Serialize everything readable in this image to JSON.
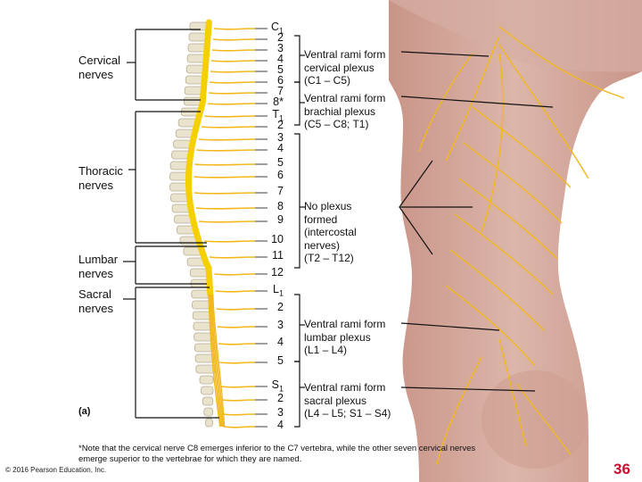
{
  "nerve_groups": {
    "cervical": [
      "Cervical",
      "nerves"
    ],
    "thoracic": [
      "Thoracic",
      "nerves"
    ],
    "lumbar": [
      "Lumbar",
      "nerves"
    ],
    "sacral": [
      "Sacral",
      "nerves"
    ]
  },
  "segments": [
    {
      "main": "C",
      "sub": "1"
    },
    {
      "main": "2",
      "sub": ""
    },
    {
      "main": "3",
      "sub": ""
    },
    {
      "main": "4",
      "sub": ""
    },
    {
      "main": "5",
      "sub": ""
    },
    {
      "main": "6",
      "sub": ""
    },
    {
      "main": "7",
      "sub": ""
    },
    {
      "main": "8*",
      "sub": ""
    },
    {
      "main": "T",
      "sub": "1"
    },
    {
      "main": "2",
      "sub": ""
    },
    {
      "main": "3",
      "sub": ""
    },
    {
      "main": "4",
      "sub": ""
    },
    {
      "main": "5",
      "sub": ""
    },
    {
      "main": "6",
      "sub": ""
    },
    {
      "main": "7",
      "sub": ""
    },
    {
      "main": "8",
      "sub": ""
    },
    {
      "main": "9",
      "sub": ""
    },
    {
      "main": "10",
      "sub": ""
    },
    {
      "main": "11",
      "sub": ""
    },
    {
      "main": "12",
      "sub": ""
    },
    {
      "main": "L",
      "sub": "1"
    },
    {
      "main": "2",
      "sub": ""
    },
    {
      "main": "3",
      "sub": ""
    },
    {
      "main": "4",
      "sub": ""
    },
    {
      "main": "5",
      "sub": ""
    },
    {
      "main": "S",
      "sub": "1"
    },
    {
      "main": "2",
      "sub": ""
    },
    {
      "main": "3",
      "sub": ""
    },
    {
      "main": "4",
      "sub": ""
    }
  ],
  "plexus_labels": {
    "cervical": [
      "Ventral rami form",
      "cervical plexus",
      "(C1 – C5)"
    ],
    "brachial": [
      "Ventral rami form",
      "brachial plexus",
      "(C5 – C8; T1)"
    ],
    "none": [
      "No plexus",
      "formed",
      "(intercostal",
      "nerves)",
      "(T2 – T12)"
    ],
    "lumbar": [
      "Ventral rami form",
      "lumbar plexus",
      "(L1 – L4)"
    ],
    "sacral": [
      "Ventral rami form",
      "sacral plexus",
      "(L4 – L5; S1 – S4)"
    ]
  },
  "part_label": "(a)",
  "footnote": [
    "*Note that the cervical nerve C8 emerges inferior to the C7 vertebra, while the other seven cervical nerves",
    "emerge superior to the vertebrae for which they are named."
  ],
  "copyright": "© 2016 Pearson Education, Inc.",
  "page_number": "36",
  "colors": {
    "skin": "#d9b1a6",
    "skin_shadow": "#c99488",
    "nerve": "#f2b81c",
    "spinal_cord": "#f5d000",
    "vertebra": "#e9e2cc",
    "page_number": "#c8102e"
  }
}
